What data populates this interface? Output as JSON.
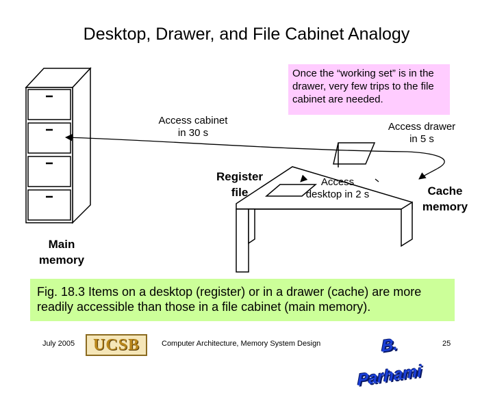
{
  "title": "Desktop, Drawer, and File Cabinet Analogy",
  "callout": "Once the “working set” is in the drawer, very few trips to the file cabinet are needed.",
  "labels": {
    "access_cabinet_1": "Access cabinet",
    "access_cabinet_2": "in 30 s",
    "access_drawer_1": "Access drawer",
    "access_drawer_2": "in 5 s",
    "access_desktop_1": "Access",
    "access_desktop_2": "desktop in 2 s",
    "register_1": "Register",
    "register_2": "file",
    "cache_1": "Cache",
    "cache_2": "memory",
    "main_1": "Main",
    "main_2": "memory"
  },
  "caption": "Fig. 18.3     Items on a desktop (register) or in a drawer (cache) are more readily accessible than those in a file cabinet (main memory).",
  "footer": {
    "date": "July 2005",
    "logo_text": "UCSB",
    "course": "Computer Architecture, Memory System Design",
    "author_logo": "B. Parhami",
    "page": "25"
  },
  "colors": {
    "callout_bg": "#ffccff",
    "caption_bg": "#ccff99"
  }
}
